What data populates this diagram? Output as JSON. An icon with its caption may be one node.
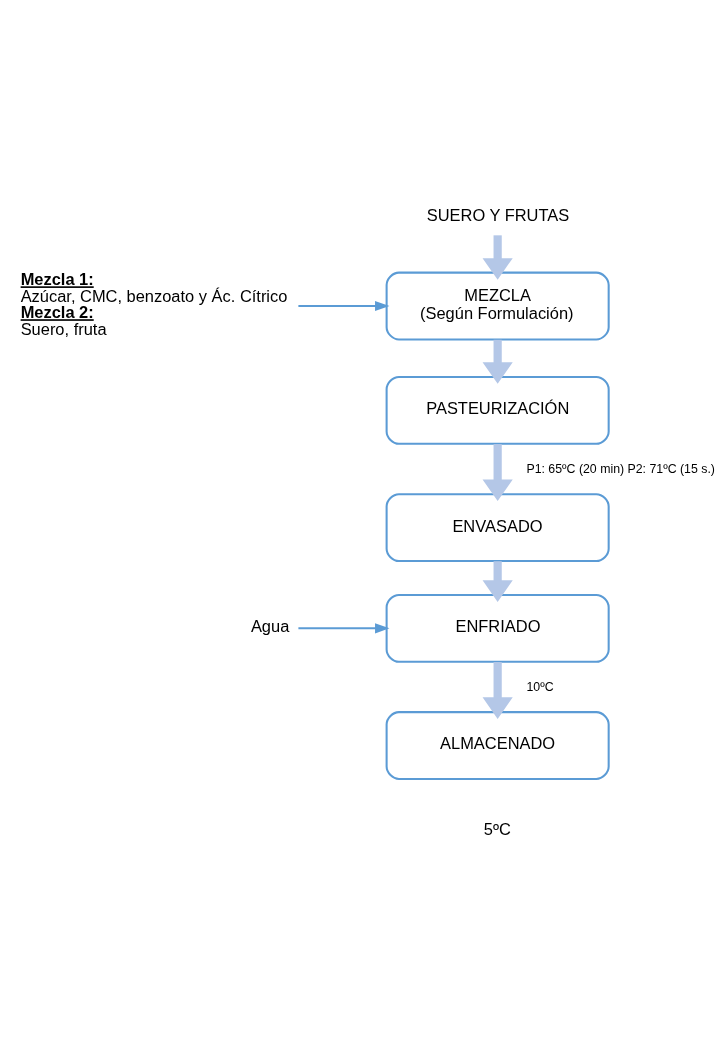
{
  "diagram": {
    "nodes": [
      {
        "text": [
          "SUERO Y FRUTAS"
        ]
      },
      {
        "text": [
          "Mezcla 1:",
          "Azúcar, CMC, benzoato y Ác. Cítrico",
          "Mezcla 2:",
          "Suero, fruta"
        ]
      },
      {
        "text": [
          "MEZCLA",
          "(Según Formulación)"
        ]
      },
      {
        "text": [
          "PASTEURIZACIÓN"
        ]
      },
      {
        "text": [
          "ENVASADO"
        ]
      },
      {
        "text": [
          "Agua"
        ]
      },
      {
        "text": [
          "ENFRIADO"
        ]
      },
      {
        "text": [
          "ALMACENADO"
        ],
        "beside": [
          "5ºC"
        ]
      }
    ],
    "edges": [
      {
        "from": 0,
        "to": 2,
        "arrow": "to"
      },
      {
        "from": 1,
        "to": 2,
        "arrow": "to",
        "color": "#5b9bd5"
      },
      {
        "from": 2,
        "to": 3,
        "arrow": "to"
      },
      {
        "from": 3,
        "to": 4,
        "arrow": "to",
        "label": "P1: 65ºC (20 min) P2: 71ºC (15 s.)"
      },
      {
        "from": 4,
        "to": 6,
        "arrow": "to"
      },
      {
        "from": 5,
        "to": 6,
        "arrow": "to",
        "color": "#5b9bd5"
      },
      {
        "from": 6,
        "to": 7,
        "arrow": "to",
        "label": "10ºC"
      }
    ]
  }
}
